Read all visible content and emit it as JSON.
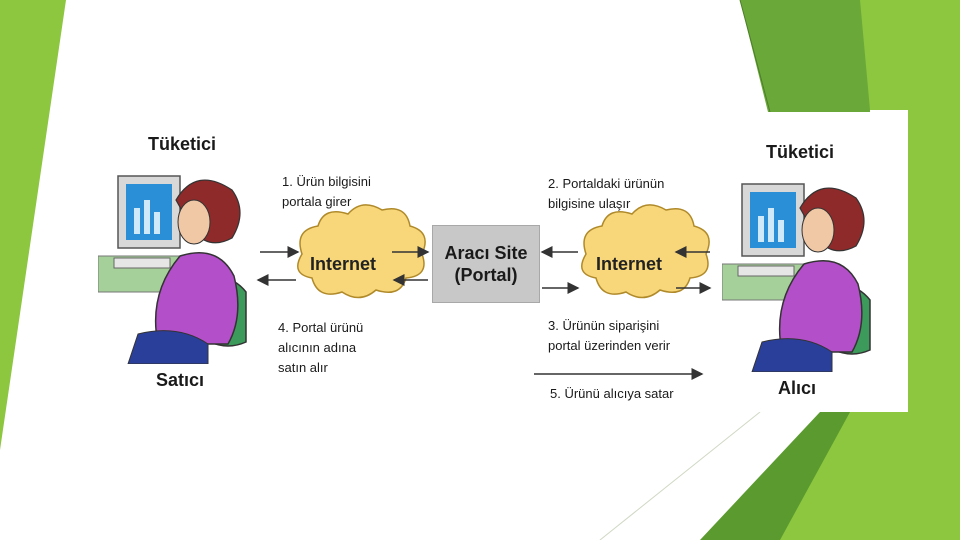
{
  "diagram": {
    "consumer_left_title": "Tüketici",
    "consumer_right_title": "Tüketici",
    "seller_label": "Satıcı",
    "buyer_label": "Alıcı",
    "cloud_left": "Internet",
    "cloud_right": "Internet",
    "portal_line1": "Aracı Site",
    "portal_line2": "(Portal)",
    "steps": {
      "step1": "1. Ürün bilgisini\nportala girer",
      "step2": "2. Portaldaki ürünün\nbilgisine ulaşır",
      "step3": "3. Ürünün siparişini\nportal üzerinden verir",
      "step4": "4. Portal ürünü\nalıcının adına\nsatın alır",
      "step5": "5. Ürünü alıcıya satar"
    }
  },
  "colors": {
    "green_light": "#8dc63f",
    "green_dark": "#5a9a2f",
    "cloud": "#f7d77a",
    "portal_box": "#c8c8c8"
  }
}
